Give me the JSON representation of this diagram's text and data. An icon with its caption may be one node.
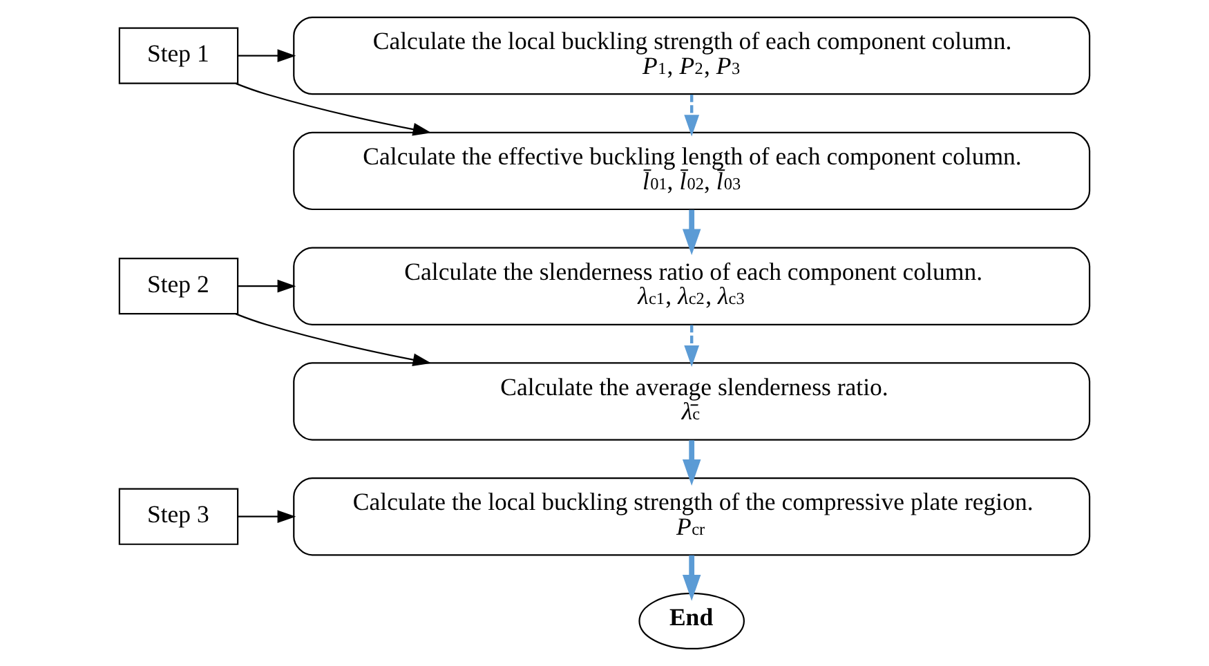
{
  "diagram": {
    "nodes": [
      {
        "text": [
          "Step 1"
        ]
      },
      {
        "text": [
          "Calculate the local buckling strength of each component column.",
          "*P*$_{1}$, *P*$_{2}$, *P*$_{3}$"
        ]
      },
      {
        "text": [
          "Calculate the effective buckling length of each component column.",
          "*l̄*$_{01}$, *l̄*$_{02}$, *l̄*$_{03}$"
        ]
      },
      {
        "text": [
          "Step 2"
        ]
      },
      {
        "text": [
          "Calculate the slenderness ratio of each component column.",
          "*λ*$_{c1}$, *λ*$_{c2}$, *λ*$_{c3}$"
        ]
      },
      {
        "text": [
          "Calculate the average slenderness ratio.",
          "*λ̄*$_{c}$"
        ]
      },
      {
        "text": [
          "Step 3"
        ]
      },
      {
        "text": [
          "Calculate the local buckling strength of the compressive plate region.",
          "*P*$_{cr}$"
        ]
      },
      {
        "text": [
          "End"
        ]
      }
    ],
    "edges": [
      {
        "from": 0,
        "to": 1,
        "arrow": "to"
      },
      {
        "from": 0,
        "to": 2,
        "arrow": "to"
      },
      {
        "from": 1,
        "to": 2,
        "arrow": "to",
        "style": "dashed",
        "color": "#5b9bd5"
      },
      {
        "from": 2,
        "to": 4,
        "arrow": "to",
        "style": "thick",
        "color": "#5b9bd5"
      },
      {
        "from": 3,
        "to": 4,
        "arrow": "to"
      },
      {
        "from": 3,
        "to": 5,
        "arrow": "to"
      },
      {
        "from": 4,
        "to": 5,
        "arrow": "to",
        "style": "dashed",
        "color": "#5b9bd5"
      },
      {
        "from": 5,
        "to": 7,
        "arrow": "to",
        "style": "thick",
        "color": "#5b9bd5"
      },
      {
        "from": 6,
        "to": 7,
        "arrow": "to"
      },
      {
        "from": 7,
        "to": 8,
        "arrow": "to",
        "style": "thick",
        "color": "#5b9bd5"
      }
    ]
  }
}
